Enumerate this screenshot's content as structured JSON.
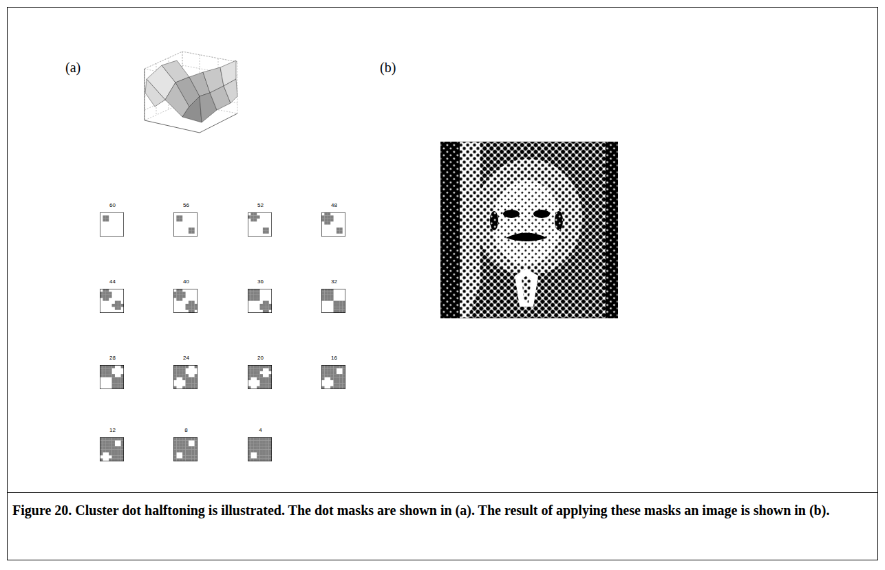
{
  "diagram": {
    "caption": "Figure 20. Cluster dot halftoning is illustrated. The dot masks are shown in (a). The result of applying these masks an image is shown in (b).",
    "nodes": [
      {
        "text": [
          "60"
        ]
      },
      {
        "text": [
          "56"
        ]
      },
      {
        "text": [
          "52"
        ]
      },
      {
        "text": [
          "48"
        ]
      },
      {
        "text": [
          "44"
        ]
      },
      {
        "text": [
          "40"
        ]
      },
      {
        "text": [
          "36"
        ]
      },
      {
        "text": [
          "32"
        ]
      },
      {
        "text": [
          "28"
        ]
      },
      {
        "text": [
          "24"
        ]
      },
      {
        "text": [
          "20"
        ]
      },
      {
        "text": [
          "16"
        ]
      },
      {
        "text": [
          "12"
        ]
      },
      {
        "text": [
          "8"
        ]
      },
      {
        "text": [
          "4"
        ]
      }
    ],
    "labels": [
      "(a)",
      "(b)"
    ]
  }
}
